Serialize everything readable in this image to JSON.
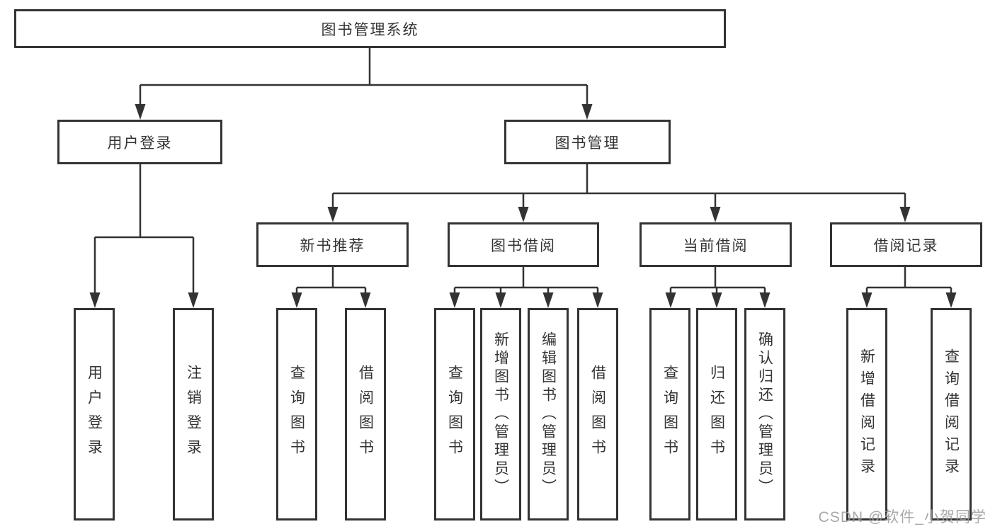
{
  "diagram": {
    "type": "hierarchy-tree",
    "root": {
      "label": "图书管理系统"
    },
    "branches": {
      "userLogin": {
        "label": "用户登录",
        "children": {
          "login": "用户登录",
          "logout": "注销登录"
        }
      },
      "bookMgmt": {
        "label": "图书管理",
        "children": {
          "newBookRec": {
            "label": "新书推荐",
            "children": {
              "query": "查询图书",
              "borrow": "借阅图书"
            }
          },
          "bookBorrow": {
            "label": "图书借阅",
            "children": {
              "query": "查询图书",
              "add": "新增图书（管理员）",
              "edit": "编辑图书（管理员）",
              "borrow": "借阅图书"
            }
          },
          "currentBorrow": {
            "label": "当前借阅",
            "children": {
              "query": "查询图书",
              "return": "归还图书",
              "confirm": "确认归还（管理员）"
            }
          },
          "borrowRecords": {
            "label": "借阅记录",
            "children": {
              "add": "新增借阅记录",
              "query": "查询借阅记录"
            }
          }
        }
      }
    }
  },
  "watermark": {
    "text": "CSDN @软件_小贺同学"
  },
  "colors": {
    "line": "#333333",
    "box_border": "#333333",
    "text": "#333333",
    "background": "#ffffff",
    "watermark": "#9a9a9a"
  }
}
